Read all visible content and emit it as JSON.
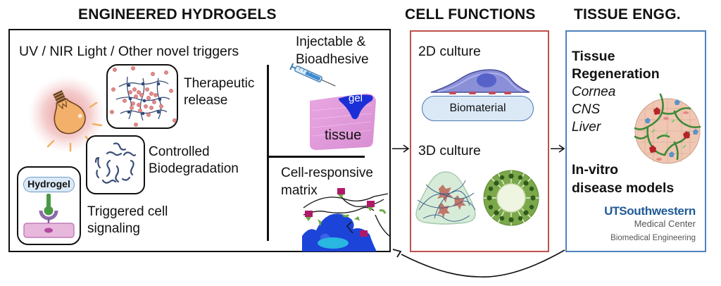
{
  "headers": {
    "hydrogels": "ENGINEERED HYDROGELS",
    "cell_functions": "CELL FUNCTIONS",
    "tissue_engg": "TISSUE ENGG."
  },
  "hydrogels": {
    "triggers": "UV / NIR Light / Other novel triggers",
    "therapeutic_line1": "Therapeutic",
    "therapeutic_line2": "release",
    "biodeg_line1": "Controlled",
    "biodeg_line2": "Biodegradation",
    "signaling_line1": "Triggered cell",
    "signaling_line2": "signaling",
    "hydrogel_tag": "Hydrogel",
    "injectable_line1": "Injectable &",
    "injectable_line2": "Bioadhesive",
    "gel_label": "gel",
    "tissue_label": "tissue",
    "cellresp_line1": "Cell-responsive",
    "cellresp_line2": "matrix"
  },
  "cell_functions": {
    "culture_2d": "2D culture",
    "biomaterial": "Biomaterial",
    "culture_3d": "3D culture"
  },
  "tissue": {
    "regen_line1": "Tissue",
    "regen_line2": "Regeneration",
    "organs": [
      "Cornea",
      "CNS",
      "Liver"
    ],
    "invitro_line1": "In-vitro",
    "invitro_line2": "disease models",
    "logo_ut": "UT",
    "logo_sw": "Southwestern",
    "logo_mc": "Medical Center",
    "logo_dept": "Biomedical Engineering"
  },
  "colors": {
    "hydrogel_border": "#111111",
    "cell_border": "#c0504d",
    "tissue_border": "#4f81bd",
    "utsw_blue": "#1f5a96"
  }
}
